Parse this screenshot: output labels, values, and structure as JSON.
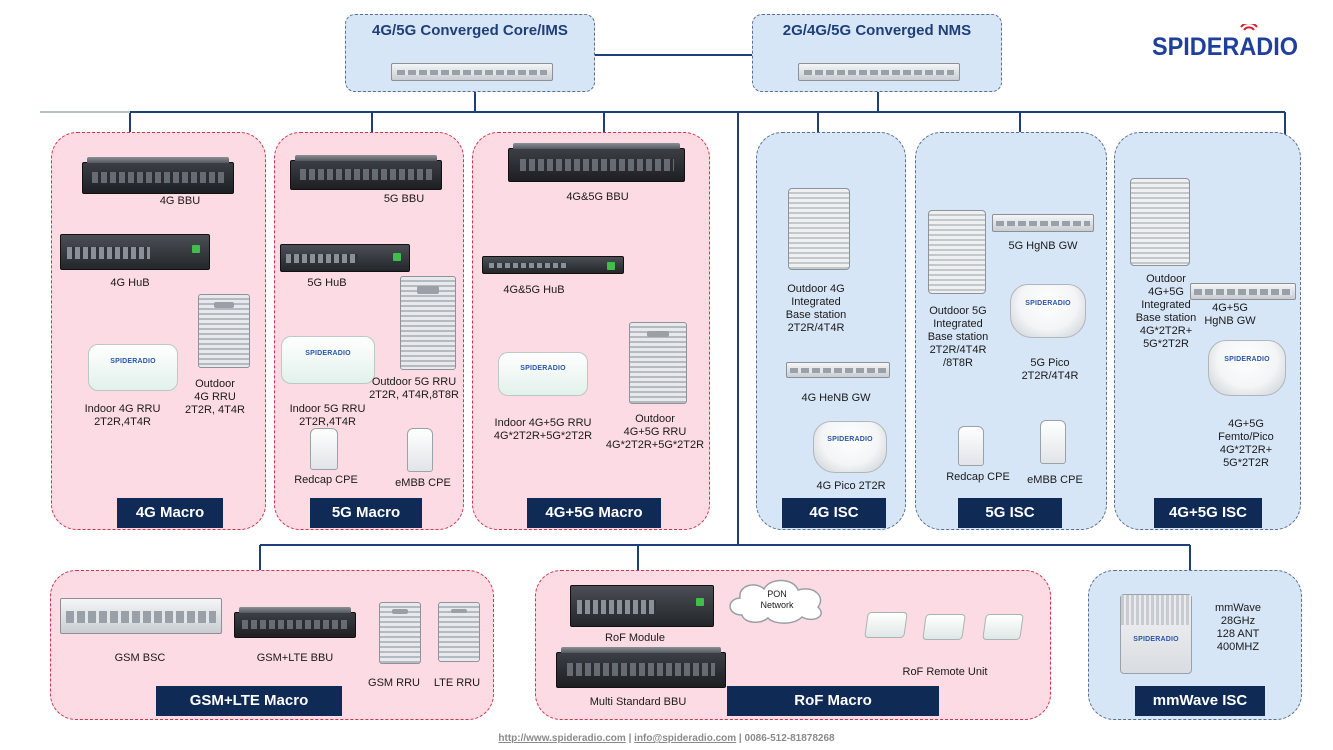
{
  "brand": {
    "logo_text": "SPIDERADIO",
    "logo_color": "#1f3f9c",
    "accent": "#d6202a"
  },
  "core": {
    "core_ims": "4G/5G Converged Core/IMS",
    "nms": "2G/4G/5G Converged NMS"
  },
  "macro_4g": {
    "bbu": "4G BBU",
    "hub": "4G HuB",
    "indoor": "Indoor 4G RRU\n2T2R,4T4R",
    "outdoor": "Outdoor\n4G RRU\n2T2R, 4T4R",
    "tag": "4G Macro"
  },
  "macro_5g": {
    "bbu": "5G BBU",
    "hub": "5G HuB",
    "indoor": "Indoor 5G RRU\n2T2R,4T4R",
    "outdoor": "Outdoor  5G RRU\n2T2R, 4T4R,8T8R",
    "redcap": "Redcap CPE",
    "embb": "eMBB CPE",
    "tag": "5G Macro"
  },
  "macro_4g5g": {
    "bbu": "4G&5G BBU",
    "hub": "4G&5G HuB",
    "indoor": "Indoor 4G+5G RRU\n4G*2T2R+5G*2T2R",
    "outdoor": "Outdoor\n4G+5G RRU\n4G*2T2R+5G*2T2R",
    "tag": "4G+5G Macro"
  },
  "isc_4g": {
    "outdoor": "Outdoor 4G\nIntegrated\nBase station\n2T2R/4T4R",
    "gw": "4G HeNB GW",
    "pico": "4G Pico 2T2R",
    "tag": "4G ISC"
  },
  "isc_5g": {
    "outdoor": "Outdoor 5G\nIntegrated\nBase station\n2T2R/4T4R\n/8T8R",
    "gw": "5G HgNB GW",
    "pico": "5G Pico\n2T2R/4T4R",
    "redcap": "Redcap CPE",
    "embb": "eMBB CPE",
    "tag": "5G ISC"
  },
  "isc_4g5g": {
    "outdoor": "Outdoor\n4G+5G\nIntegrated\nBase station\n4G*2T2R+\n5G*2T2R",
    "gw": "4G+5G\nHgNB GW",
    "femto": "4G+5G\nFemto/Pico\n4G*2T2R+\n5G*2T2R",
    "tag": "4G+5G ISC"
  },
  "gsm_lte": {
    "bsc": "GSM BSC",
    "bbu": "GSM+LTE BBU",
    "gsm_rru": "GSM RRU",
    "lte_rru": "LTE RRU",
    "tag": "GSM+LTE Macro"
  },
  "rof": {
    "module": "RoF Module",
    "pon": "PON\nNetwork",
    "remote": "RoF Remote  Unit",
    "bbu": "Multi Standard BBU",
    "tag": "RoF Macro"
  },
  "mmwave": {
    "spec": "mmWave\n28GHz\n128 ANT\n400MHZ",
    "tag": "mmWave ISC"
  },
  "footer": {
    "url": "http://www.spideradio.com",
    "email": "info@spideradio.com",
    "phone": "0086-512-81878268",
    "sep": " | "
  }
}
